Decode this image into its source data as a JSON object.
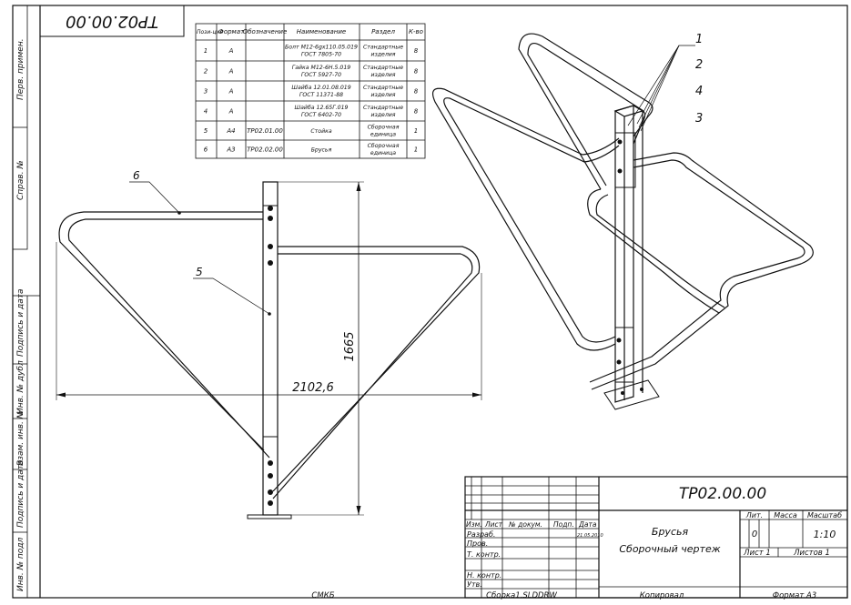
{
  "drawing": {
    "code": "ТР02.00.00",
    "code_rotated": "ТР02.00.00",
    "name_line1": "Брусья",
    "name_line2": "Сборочный чертеж",
    "lit_value": "0",
    "scale": "1:10",
    "sheet": "Лист 1",
    "sheets": "Листов 1",
    "format": "Формат А3",
    "copied": "Копировал",
    "file": "Сборка1.SLDDRW",
    "org": "СМКБ",
    "date": "21.05.2010"
  },
  "side_labels": [
    "Перв. примен.",
    "Справ. №",
    "Подпись и дата",
    "Инв. № дубл",
    "Взам. инв. №",
    "Подпись и дата",
    "Инв. № подл"
  ],
  "bom": {
    "headers": [
      "Пози-ция",
      "Формат",
      "Обозначение",
      "Наименование",
      "Раздел",
      "К-во"
    ],
    "rows": [
      {
        "pos": "1",
        "format": "А",
        "designation": "",
        "name": "Болт М12-6gx110.05.019 ГОСТ 7805-70",
        "section": "Стандартные изделия",
        "qty": "8"
      },
      {
        "pos": "2",
        "format": "А",
        "designation": "",
        "name": "Гайка М12-6Н.5.019 ГОСТ 5927-70",
        "section": "Стандартные изделия",
        "qty": "8"
      },
      {
        "pos": "3",
        "format": "А",
        "designation": "",
        "name": "Шайба 12.01.08.019 ГОСТ 11371-88",
        "section": "Стандартные изделия",
        "qty": "8"
      },
      {
        "pos": "4",
        "format": "А",
        "designation": "",
        "name": "Шайба 12.65Г.019 ГОСТ 6402-70",
        "section": "Стандартные изделия",
        "qty": "8"
      },
      {
        "pos": "5",
        "format": "А4",
        "designation": "ТР02.01.00",
        "name": "Стойка",
        "section": "Сборочная единица",
        "qty": "1"
      },
      {
        "pos": "6",
        "format": "А3",
        "designation": "ТР02.02.00",
        "name": "Брусья",
        "section": "Сборочная единица",
        "qty": "1"
      }
    ]
  },
  "title_block": {
    "col_headers": [
      "Изм.",
      "Лист",
      "№ докум.",
      "Подп.",
      "Дата"
    ],
    "roles": [
      "Разраб.",
      "Пров.",
      "Т. контр.",
      "",
      "Н. контр.",
      "Утв."
    ],
    "box_headers": [
      "Лит.",
      "Масса",
      "Масштаб"
    ]
  },
  "dimensions": {
    "width": "2102,6",
    "height": "1665"
  },
  "callouts": {
    "front": [
      "6",
      "5"
    ],
    "iso": [
      "1",
      "2",
      "4",
      "3"
    ]
  }
}
